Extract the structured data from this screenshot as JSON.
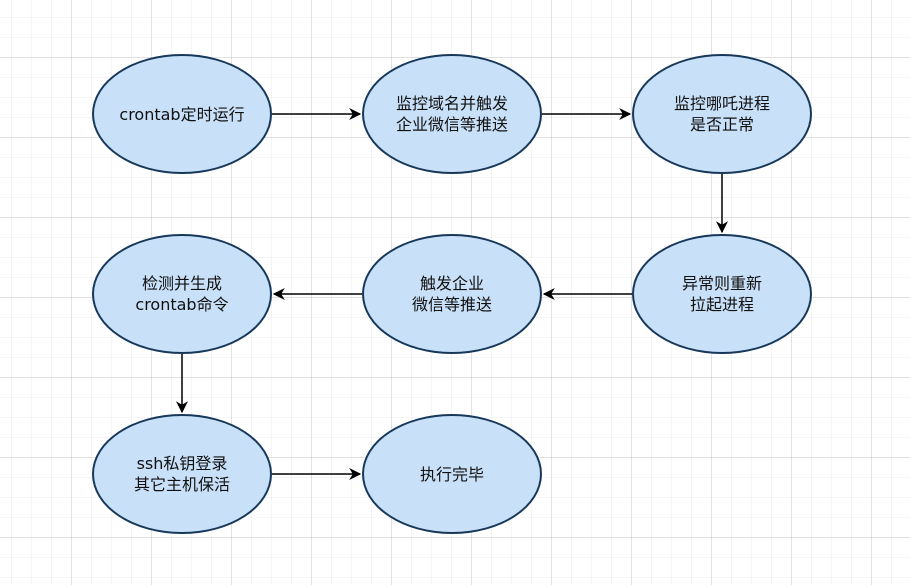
{
  "nodes": {
    "crontab": "crontab定时运行",
    "monitor_domain": "监控域名并触发\n企业微信等推送",
    "monitor_process": "监控哪吒进程\n是否正常",
    "restart_process": "异常则重新\n拉起进程",
    "notify_wechat": "触发企业\n微信等推送",
    "check_crontab": "检测并生成\ncrontab命令",
    "ssh_login": "ssh私钥登录\n其它主机保活",
    "done": "执行完毕"
  },
  "colors": {
    "node_fill": "#c8e0f8",
    "node_stroke": "#17385a",
    "arrow": "#000000"
  }
}
